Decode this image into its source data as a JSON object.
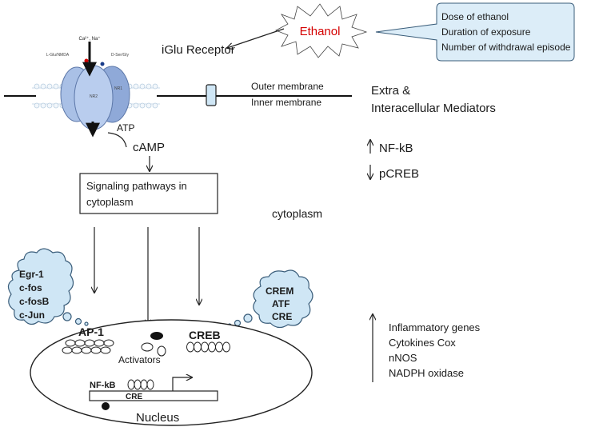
{
  "ethanol": {
    "label": "Ethanol",
    "label_color": "#d40000",
    "factors": [
      "Dose of ethanol",
      "Duration of exposure",
      "Number of withdrawal episode"
    ]
  },
  "receptor": {
    "title": "iGlu Receptor",
    "ions": "Ca²⁺, Na⁺",
    "left_tag": "L-Glu/NMDA",
    "right_tag": "D-Ser/Gly",
    "subunit_a": "NR2",
    "subunit_b": "NR1"
  },
  "membrane": {
    "outer": "Outer membrane",
    "inner": "Inner membrane"
  },
  "mediators": {
    "title_line1": "Extra &",
    "title_line2": "Interacellular Mediators",
    "up": "NF-kB",
    "down": "pCREB"
  },
  "camp": {
    "atp": "ATP",
    "camp": "cAMP"
  },
  "signaling": {
    "line1": "Signaling pathways in",
    "line2": "cytoplasm"
  },
  "cytoplasm": "cytoplasm",
  "left_cloud": [
    "Egr-1",
    "c-fos",
    "c-fosB",
    "c-Jun"
  ],
  "right_cloud": [
    "CREM",
    "ATF",
    "CRE"
  ],
  "nucleus": {
    "ap1": "AP-1",
    "creb": "CREB",
    "activators": "Activators",
    "nfkb": "NF-kB",
    "cre": "CRE",
    "label": "Nucleus"
  },
  "genes": [
    "Inflammatory genes",
    "Cytokines Cox",
    "nNOS",
    "NADPH oxidase"
  ]
}
